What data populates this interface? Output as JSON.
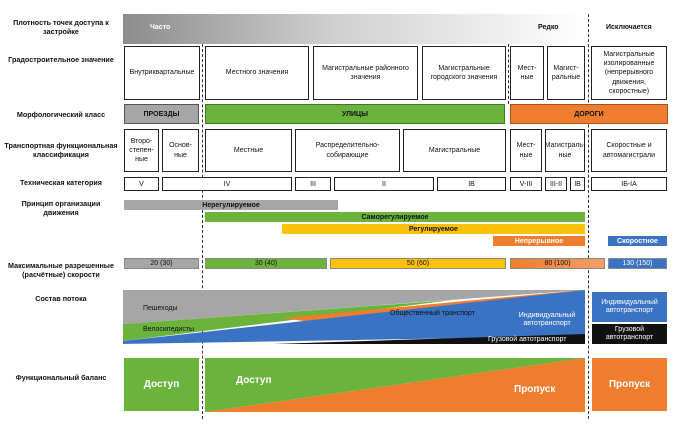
{
  "labels": {
    "density": "Плотность точек доступа к застройке",
    "urban": "Градостроительное значение",
    "morph": "Морфологический класс",
    "transport": "Транспортная функциональная классификация",
    "tech": "Техническая категория",
    "principle": "Принцип организации движения",
    "speed": "Максимальные разрешенные (расчётные) скорости",
    "flow": "Состав потока",
    "balance": "Функциональный баланс"
  },
  "density": {
    "often": "Часто",
    "rare": "Редко",
    "excluded": "Исключается"
  },
  "urban": {
    "b1": "Внутриквартальные",
    "b2": "Местного значения",
    "b3": "Магистральные районного значения",
    "b4": "Магистральные городского значения",
    "b5": "Мест-ные",
    "b6": "Магист-ральные",
    "b7": "Магистральные изолированные (непрерывного движения, скоростные)"
  },
  "morph": {
    "proezdy": "ПРОЕЗДЫ",
    "ulicy": "УЛИЦЫ",
    "dorogi": "ДОРОГИ"
  },
  "transport": {
    "t1": "Второ-степен-ные",
    "t2": "Основ-ные",
    "t3": "Местные",
    "t4": "Распределительно-собирающие",
    "t5": "Магистральные",
    "t6": "Мест-ные",
    "t7": "Магистраль-ные",
    "t8": "Скоростные и автомагистрали"
  },
  "tech": {
    "c1": "V",
    "c2": "IV",
    "c3": "III",
    "c4": "II",
    "c5": "IB",
    "c6": "V-III",
    "c7": "III-II",
    "c8": "IB",
    "c9": "IБ-IA"
  },
  "principle": {
    "unreg": "Нерегулируемое",
    "selfreg": "Саморегулируемое",
    "reg": "Регулируемое",
    "cont": "Непрерывное",
    "fast": "Скоростное"
  },
  "speed": {
    "s1": "20 (30)",
    "s2": "30 (40)",
    "s3": "50 (60)",
    "s4": "80 (100)",
    "s5": "130 (150)"
  },
  "flow": {
    "ped": "Пешеходы",
    "bike": "Велосипедисты",
    "public": "Общественный транспорт",
    "indiv": "Индивидуальный автотранспорт",
    "cargo": "Грузовой автотранспорт",
    "indiv2": "Индивидуальный автотранспорт",
    "cargo2": "Грузовой автотранспорт"
  },
  "balance": {
    "access1": "Доступ",
    "access2": "Доступ",
    "pass1": "Пропуск",
    "pass2": "Пропуск"
  },
  "colors": {
    "green": "#6cb33e",
    "orange": "#ee7d2e",
    "yellow": "#fcc10a",
    "blue": "#3a73c4",
    "gray": "#a6a6a6",
    "black": "#111111"
  }
}
